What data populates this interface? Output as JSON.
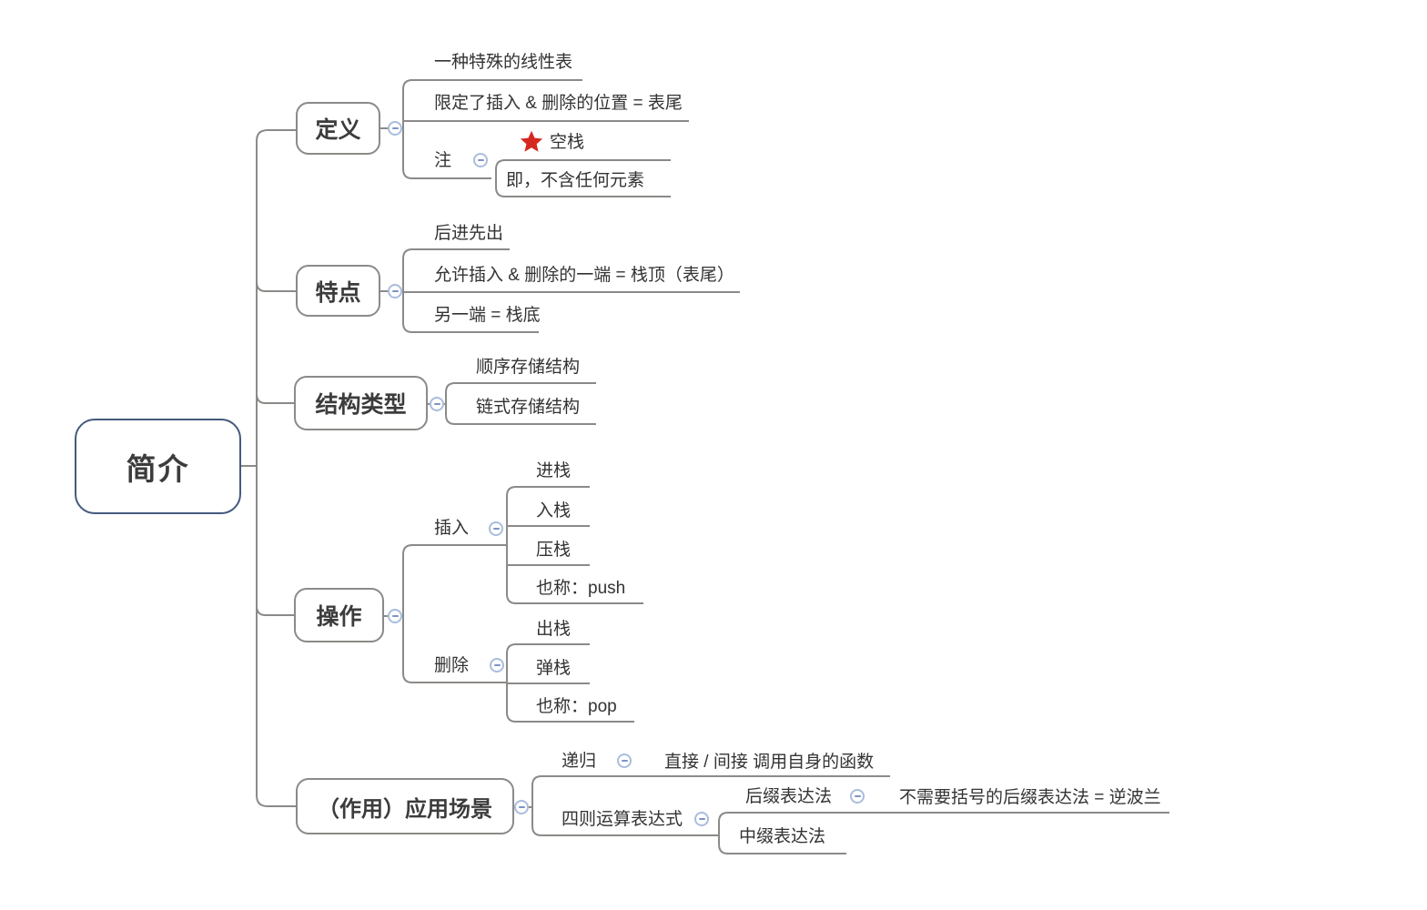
{
  "colors": {
    "connector": "#8c8a88",
    "topic_border": "#8c8a88",
    "root_border": "#44597e",
    "text": "#3c3c3c",
    "collapse_border": "#a9bdde",
    "collapse_minus": "#7b93c6",
    "star_marker": "#d5281e"
  },
  "icons": {
    "collapse": "minus-circle",
    "important_marker": "red-star"
  },
  "root": {
    "label": "简介"
  },
  "branches": {
    "definition": {
      "label": "定义",
      "children": {
        "c1": {
          "label": "一种特殊的线性表"
        },
        "c2": {
          "label": "限定了插入 & 删除的位置 = 表尾"
        },
        "note": {
          "label": "注",
          "children": {
            "empty_stack": {
              "label": "空栈",
              "marker": "red-star"
            },
            "meaning": {
              "label": "即，不含任何元素"
            }
          }
        }
      }
    },
    "features": {
      "label": "特点",
      "children": {
        "c1": {
          "label": "后进先出"
        },
        "c2": {
          "label": "允许插入 & 删除的一端 = 栈顶（表尾）"
        },
        "c3": {
          "label": "另一端 = 栈底"
        }
      }
    },
    "structure_types": {
      "label": "结构类型",
      "children": {
        "c1": {
          "label": "顺序存储结构"
        },
        "c2": {
          "label": "链式存储结构"
        }
      }
    },
    "operations": {
      "label": "操作",
      "children": {
        "insert": {
          "label": "插入",
          "children": {
            "c1": {
              "label": "进栈"
            },
            "c2": {
              "label": "入栈"
            },
            "c3": {
              "label": "压栈"
            },
            "c4": {
              "label": "也称：push"
            }
          }
        },
        "delete": {
          "label": "删除",
          "children": {
            "c1": {
              "label": "出栈"
            },
            "c2": {
              "label": "弹栈"
            },
            "c3": {
              "label": "也称：pop"
            }
          }
        }
      }
    },
    "applications": {
      "label": "（作用）应用场景",
      "children": {
        "recursion": {
          "label": "递归",
          "children": {
            "c1": {
              "label": "直接 / 间接 调用自身的函数"
            }
          }
        },
        "arithmetic": {
          "label": "四则运算表达式",
          "children": {
            "postfix": {
              "label": "后缀表达法",
              "children": {
                "c1": {
                  "label": "不需要括号的后缀表达法 = 逆波兰"
                }
              }
            },
            "infix": {
              "label": "中缀表达法"
            }
          }
        }
      }
    }
  }
}
